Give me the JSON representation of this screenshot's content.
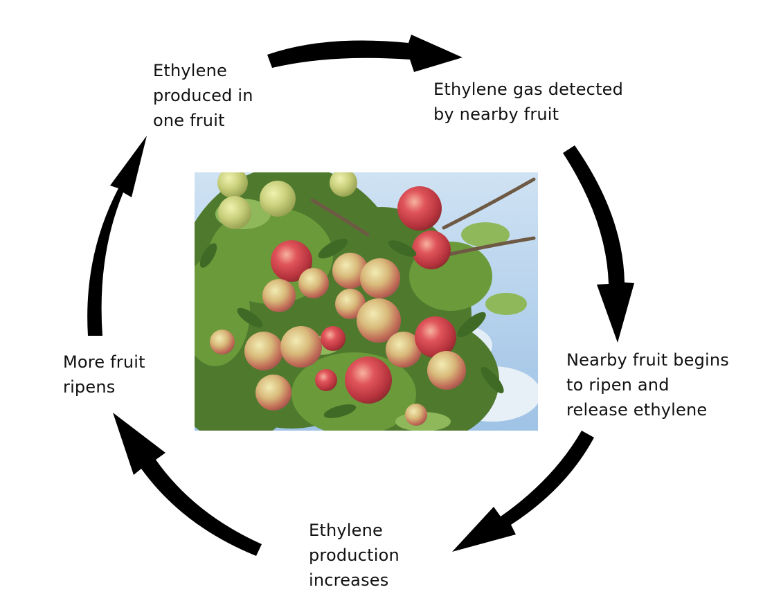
{
  "diagram": {
    "steps": [
      {
        "lines": [
          "Ethylene",
          "produced in",
          "one fruit"
        ]
      },
      {
        "lines": [
          "Ethylene gas detected",
          "by nearby fruit"
        ]
      },
      {
        "lines": [
          "Nearby fruit begins",
          "to ripen and",
          "release ethylene"
        ]
      },
      {
        "lines": [
          "Ethylene",
          "production",
          "increases"
        ]
      },
      {
        "lines": [
          "More fruit",
          "ripens"
        ]
      }
    ],
    "center_image": "apple-tree-photo",
    "arrow_color": "#000000"
  }
}
